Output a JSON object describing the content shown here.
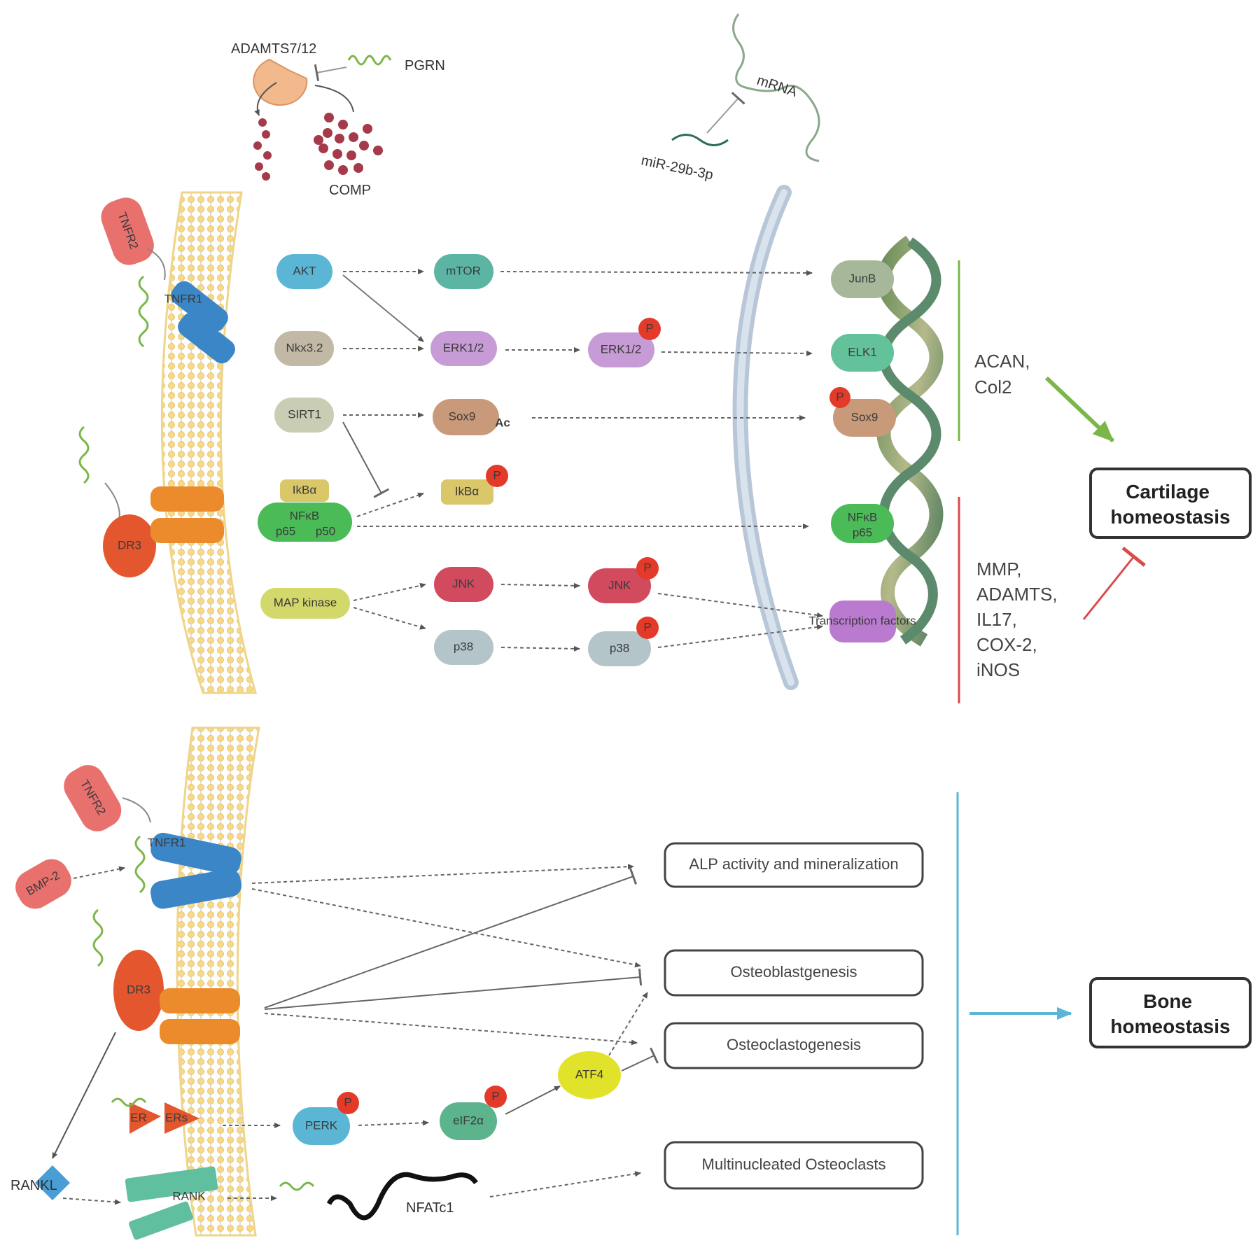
{
  "extracellular": {
    "adamts": "ADAMTS7/12",
    "pgrn": "PGRN",
    "comp": "COMP",
    "mirna": "mRNA",
    "mir": "miR-29b-3p"
  },
  "receptors": {
    "tnfr2_top": "TNFR2",
    "tnfr1_top": "TNFR1",
    "dr3_top": "DR3",
    "tnfr2_bottom": "TNFR2",
    "bmp2": "BMP-2",
    "tnfr1_bottom": "TNFR1",
    "dr3_bottom": "DR3",
    "er": "ER",
    "er_stress": "ERs",
    "rankl": "RANKL",
    "rank": "RANK",
    "nfat": "NFATc1"
  },
  "signaling": {
    "akt": "AKT",
    "mtor": "mTOR",
    "nkx": "Nkx3.2",
    "erk": "ERK1/2",
    "erk_p": "ERK1/2",
    "sirt1": "SIRT1",
    "sox9": "Sox9",
    "ac": "Ac",
    "ikba": "IkBα",
    "ikba_p": "IkBα",
    "nfkb": "NFκB",
    "p65": "p65",
    "p50": "p50",
    "mapk": "MAP kinase",
    "jnk": "JNK",
    "jnk_p": "JNK",
    "p38": "p38",
    "p38_p": "p38",
    "perk": "PERK",
    "eif2a": "eIF2α",
    "atf4": "ATF4",
    "phospho": "P"
  },
  "nuclear": {
    "junb": "JunB",
    "elk1": "ELK1",
    "sox9": "Sox9",
    "nfkb": "NFκB",
    "p65": "p65",
    "transcription": "Transcription factors"
  },
  "genes": {
    "anabolic": [
      "ACAN,",
      "Col2"
    ],
    "catabolic": [
      "MMP,",
      "ADAMTS,",
      "IL17,",
      "COX-2,",
      "iNOS"
    ]
  },
  "outcomes": {
    "alp": "ALP activity and mineralization",
    "osteoblast": "Osteoblastgenesis",
    "osteoclast": "Osteoclastogenesis",
    "multinucleated": "Multinucleated Osteoclasts"
  },
  "homeostasis": {
    "cartilage": [
      "Cartilage",
      "homeostasis"
    ],
    "bone": [
      "Bone",
      "homeostasis"
    ]
  },
  "colors": {
    "membrane": "#f6d98a",
    "tnfr2": "#e8716e",
    "receptor_blue": "#3b86c6",
    "receptor_orange": "#ec8b2c",
    "activation_green": "#7ab648",
    "inhibition_red": "#d94a4a",
    "bone_blue": "#5cb4d6"
  }
}
